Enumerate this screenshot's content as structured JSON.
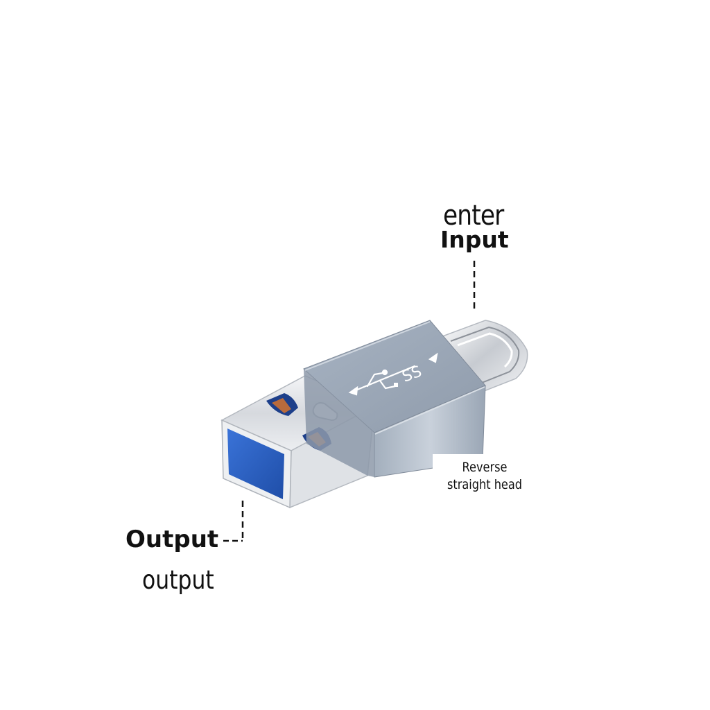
{
  "labels": {
    "input_top": "enter",
    "input_bottom": "Input",
    "reverse": "Reverse straight head",
    "output_top": "Output",
    "output_bottom": "output"
  },
  "colors": {
    "shell": "#9aa6b5",
    "usb_blue": "#2f63c9",
    "metal": "#e4e6ea",
    "text": "#111111"
  },
  "icons": [
    "usb-ss-logo-icon"
  ]
}
